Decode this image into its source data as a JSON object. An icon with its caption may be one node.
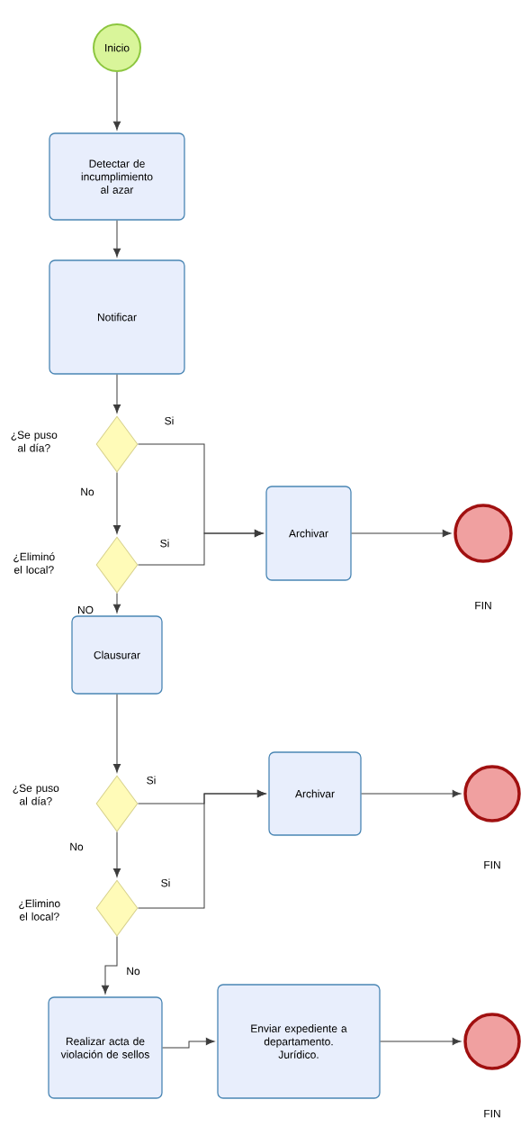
{
  "diagram": {
    "nodes": [
      {
        "text": [
          "Inicio"
        ]
      },
      {
        "text": [
          "Detectar de incumplimiento al azar"
        ]
      },
      {
        "text": [
          "Notificar"
        ]
      },
      {
        "text": [],
        "shape": "diamond",
        "beside": [
          "¿Se puso al día?"
        ]
      },
      {
        "text": [],
        "shape": "diamond",
        "beside": [
          "¿Eliminó el local?"
        ]
      },
      {
        "text": [
          "Archivar"
        ]
      },
      {
        "text": [],
        "shape": "circle",
        "beside": [
          "FIN"
        ]
      },
      {
        "text": [
          "Clausurar"
        ]
      },
      {
        "text": [],
        "shape": "diamond",
        "beside": [
          "¿Se puso al día?"
        ]
      },
      {
        "text": [],
        "shape": "diamond",
        "beside": [
          "¿Elimino el local?"
        ]
      },
      {
        "text": [
          "Archivar"
        ]
      },
      {
        "text": [],
        "shape": "circle",
        "beside": [
          "FIN"
        ]
      },
      {
        "text": [
          "Realizar acta de violación de sellos"
        ]
      },
      {
        "text": [
          "Enviar expediente a departamento. Jurídico."
        ]
      },
      {
        "text": [],
        "shape": "circle",
        "beside": [
          "FIN"
        ]
      }
    ],
    "edges": [
      {
        "from": 0,
        "to": 1,
        "arrow": "to"
      },
      {
        "from": 1,
        "to": 2,
        "arrow": "to"
      },
      {
        "from": 2,
        "to": 3,
        "arrow": "to"
      },
      {
        "from": 3,
        "to": 5,
        "arrow": "to",
        "label": "Si"
      },
      {
        "from": 3,
        "to": 4,
        "arrow": "to",
        "label": "No"
      },
      {
        "from": 4,
        "to": 5,
        "arrow": "to",
        "label": "Si"
      },
      {
        "from": 4,
        "to": 7,
        "arrow": "to",
        "label": "NO"
      },
      {
        "from": 5,
        "to": 6,
        "arrow": "to"
      },
      {
        "from": 7,
        "to": 8,
        "arrow": "to"
      },
      {
        "from": 8,
        "to": 10,
        "arrow": "to",
        "label": "Si"
      },
      {
        "from": 8,
        "to": 9,
        "arrow": "to",
        "label": "No"
      },
      {
        "from": 9,
        "to": 10,
        "arrow": "to",
        "label": "Si"
      },
      {
        "from": 9,
        "to": 12,
        "arrow": "to",
        "label": "No"
      },
      {
        "from": 10,
        "to": 11,
        "arrow": "to"
      },
      {
        "from": 12,
        "to": 13,
        "arrow": "to"
      },
      {
        "from": 13,
        "to": 14,
        "arrow": "to"
      }
    ]
  }
}
